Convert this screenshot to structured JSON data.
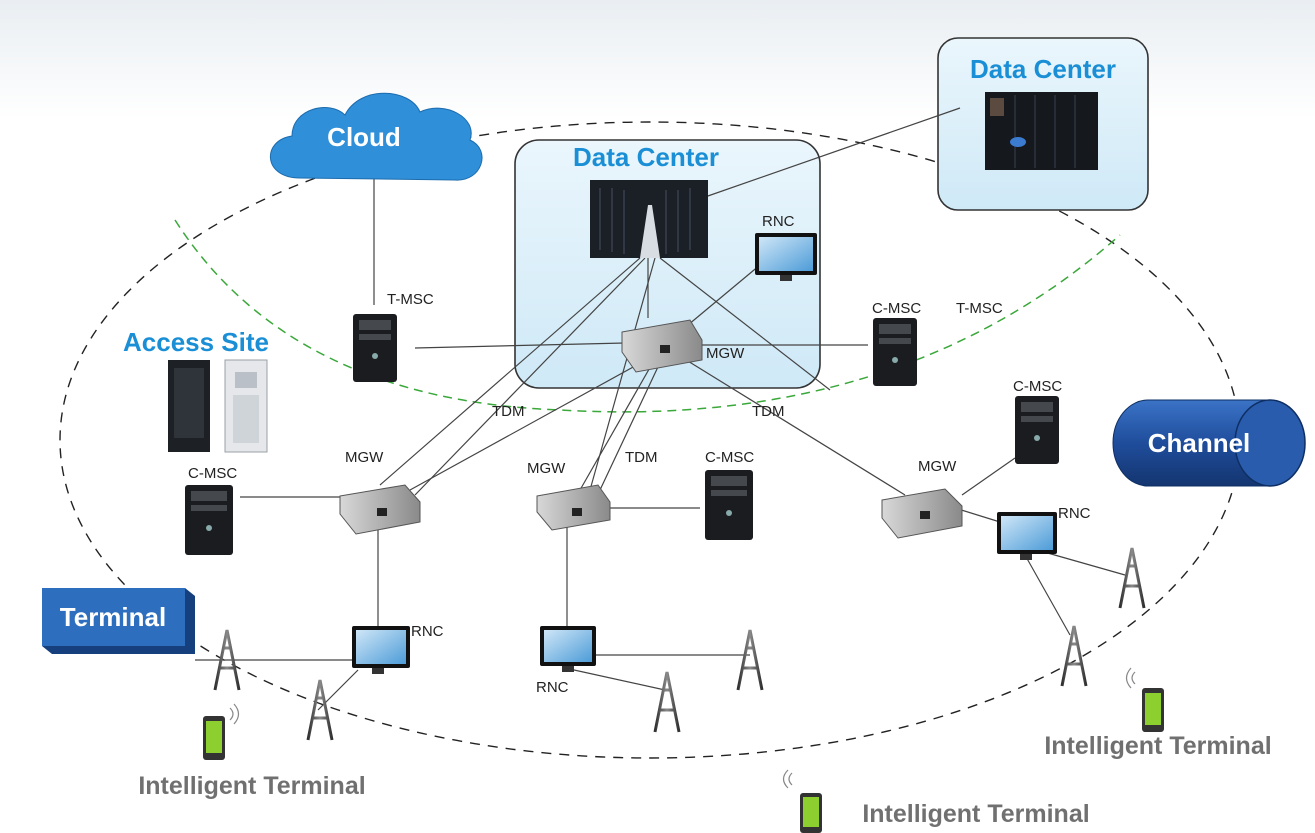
{
  "labels": {
    "cloud": "Cloud",
    "data_center_main": "Data Center",
    "data_center_remote": "Data Center",
    "access_site": "Access Site",
    "channel": "Channel",
    "terminal": "Terminal",
    "intelligent_terminal_left": "Intelligent Terminal",
    "intelligent_terminal_bottom": "Intelligent Terminal",
    "intelligent_terminal_right": "Intelligent Terminal"
  },
  "nodes": {
    "t_msc_left": "T-MSC",
    "c_msc_top_right": "C-MSC",
    "t_msc_top_right": "T-MSC",
    "c_msc_right": "C-MSC",
    "c_msc_left": "C-MSC",
    "c_msc_center": "C-MSC",
    "rnc_dc": "RNC",
    "rnc_left": "RNC",
    "rnc_center": "RNC",
    "rnc_right": "RNC",
    "mgw_center": "MGW",
    "mgw_left": "MGW",
    "mgw_mid": "MGW",
    "mgw_right": "MGW",
    "tdm_left": "TDM",
    "tdm_mid": "TDM",
    "tdm_right": "TDM"
  },
  "colors": {
    "title_blue": "#1a8fd6",
    "datacenter_fill": "#d9effa",
    "cloud_fill": "#2f8fd8",
    "channel_fill": "#1f4d9c",
    "terminal_fill": "#1f66b3",
    "green_dash": "#3aa83a",
    "gray_text": "#707070"
  }
}
